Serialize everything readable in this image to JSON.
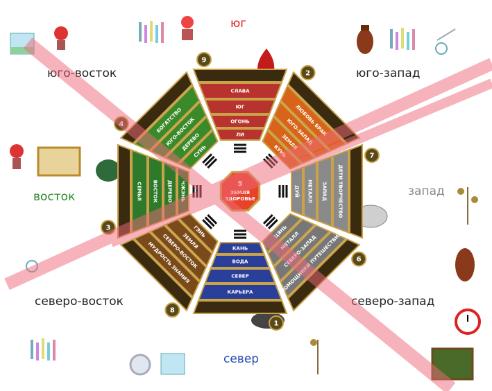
{
  "directions": {
    "south": "юг",
    "southeast": "юго-восток",
    "southwest": "юго-запад",
    "east": "восток",
    "west": "запад",
    "northeast": "северо-восток",
    "northwest": "северо-запад",
    "north": "север"
  },
  "center": {
    "label": "ЗЕМЛЯ ЗДОРОВЬЕ",
    "number": "5",
    "color": "#e8432a"
  },
  "sectors": {
    "south": {
      "number": "9",
      "color": "#b8332d",
      "bands": [
        "СЛАВА",
        "ЮГ",
        "ОГОНЬ",
        "ЛИ"
      ]
    },
    "southwest": {
      "number": "2",
      "color": "#d8641a",
      "bands": [
        "ЛЮБОВЬ БРАК",
        "ЮГО-ЗАПАД",
        "ЗЕМЛЯ",
        "КУНЬ"
      ]
    },
    "west": {
      "number": "7",
      "color": "#8a8a8a",
      "bands": [
        "ДЕТИ ТВОРЧЕСТВО",
        "ЗАПАД",
        "МЕТАЛЛ",
        "ДУЙ"
      ]
    },
    "northwest": {
      "number": "6",
      "color": "#777777",
      "bands": [
        "ПОМОЩНИКИ ПУТЕШЕСТВИЯ",
        "СЕВЕРО-ЗАПАД",
        "МЕТАЛЛ",
        "ЦЯНЬ"
      ]
    },
    "north": {
      "number": "1",
      "color": "#2a3f9a",
      "bands": [
        "КАРЬЕРА",
        "СЕВЕР",
        "ВОДА",
        "КАНЬ"
      ]
    },
    "northeast": {
      "number": "8",
      "color": "#7a4a1a",
      "bands": [
        "МУДРОСТЬ ЗНАНИЯ",
        "СЕВЕРО-ВОСТОК",
        "ЗЕМЛЯ",
        "ГЭНЬ"
      ]
    },
    "east": {
      "number": "3",
      "color": "#2e7a2a",
      "bands": [
        "СЕМЬЯ",
        "ВОСТОК",
        "ДЕРЕВО",
        "ЧЖЭНЬ"
      ]
    },
    "southeast": {
      "number": "4",
      "color": "#3a8a2a",
      "bands": [
        "БОГАТСТВО",
        "ЮГО-ВОСТОК",
        "ДЕРЕВО",
        "СУНЬ"
      ]
    }
  },
  "icons": [
    "aquarium-icon",
    "flower-pot-icon",
    "candles-icon",
    "vase-icon",
    "wind-chime-icon",
    "dragon-figurine-icon",
    "frog-figurine-icon",
    "landscape-painting-icon",
    "lion-figurine-icon",
    "coin-tree-icon",
    "clock-icon",
    "turtle-figurine-icon",
    "mirror-icon",
    "forest-painting-icon"
  ],
  "colors": {
    "strike": "#f06a7a",
    "frame": "#c9a24a",
    "badge": "#5a4a1a"
  }
}
